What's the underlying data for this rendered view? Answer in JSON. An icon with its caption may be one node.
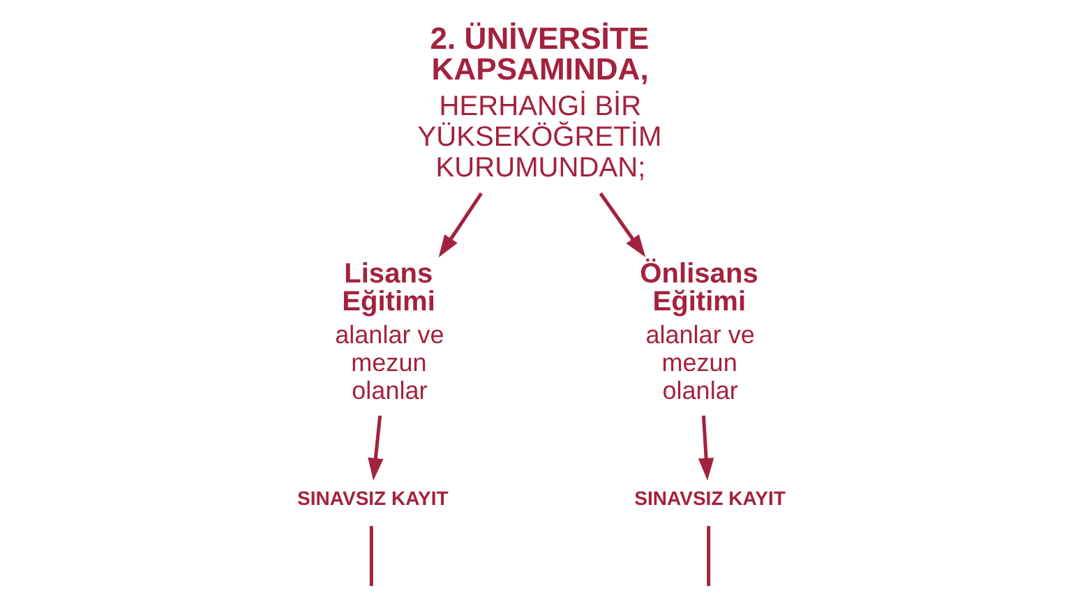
{
  "diagram": {
    "nodes": [
      {
        "text": [
          "2. ÜNİVERSİTE KAPSAMINDA,",
          "HERHANGİ BİR YÜKSEKÖĞRETİM KURUMUNDAN;"
        ]
      },
      {
        "text": [
          "Lisans Eğitimi",
          "alanlar ve mezun olanlar"
        ]
      },
      {
        "text": [
          "Önlisans Eğitimi",
          "alanlar ve mezun olanlar"
        ]
      },
      {
        "text": [
          "SINAVSIZ KAYIT"
        ]
      },
      {
        "text": [
          "SINAVSIZ KAYIT"
        ]
      }
    ],
    "edges": [
      {
        "from": 0,
        "to": 1,
        "arrow": "to"
      },
      {
        "from": 0,
        "to": 2,
        "arrow": "to"
      },
      {
        "from": 1,
        "to": 3,
        "arrow": "to"
      },
      {
        "from": 2,
        "to": 4,
        "arrow": "to"
      },
      {
        "from": 3,
        "to": null,
        "arrow": "none"
      },
      {
        "from": 4,
        "to": null,
        "arrow": "none"
      }
    ]
  }
}
